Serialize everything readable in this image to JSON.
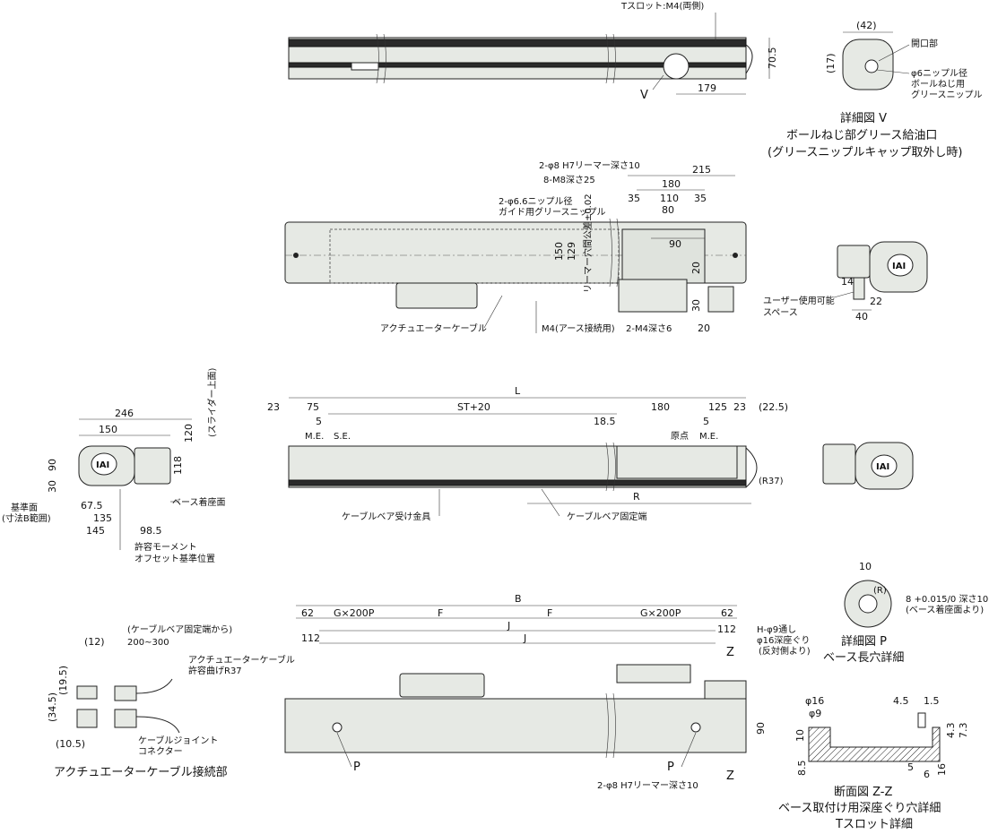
{
  "views": {
    "top": {
      "t_slot": "Tスロット:M4(両側)",
      "dim_70_5": "70.5",
      "dim_179": "179",
      "mark_v": "V"
    },
    "detail_v": {
      "dim_42": "(42)",
      "dim_17": "(17)",
      "opening": "開口部",
      "nipple_1": "φ6ニップル径",
      "nipple_2": "ボールねじ用",
      "nipple_3": "グリースニップル",
      "title_1": "詳細図 V",
      "title_2": "ボールねじ部グリース給油口",
      "title_3": "(グリースニップルキャップ取外し時)"
    },
    "plan": {
      "reamer": "2-φ8 H7リーマー深さ10",
      "m8": "8-M8深さ25",
      "nipple_a": "2-φ6.6ニップル径",
      "nipple_b": "ガイド用グリースニップル",
      "d215": "215",
      "d180": "180",
      "d35a": "35",
      "d110": "110",
      "d35b": "35",
      "d80": "80",
      "d90": "90",
      "d150": "150",
      "d129": "129",
      "reamer_tol": "リーマー穴間公差±0.02",
      "d20a": "20",
      "d30": "30",
      "d20b": "20",
      "m4_earth": "M4(アース接続用)",
      "m4_depth": "2-M4深さ6",
      "actuator_cable": "アクチュエーターケーブル"
    },
    "end_view_r": {
      "d14": "14",
      "d22": "22",
      "d40": "40",
      "user_1": "ユーザー使用可能",
      "user_2": "スペース"
    },
    "end_view_l": {
      "d246": "246",
      "d150": "150",
      "d90": "90",
      "d30": "30",
      "d118": "118",
      "d120": "120",
      "slider_top": "(スライダー上面)",
      "base_seat": "ベース着座面",
      "ref_1": "基準面",
      "ref_2": "(寸法B範囲)",
      "d67_5": "67.5",
      "d135": "135",
      "d145": "145",
      "d98_5": "98.5",
      "moment_1": "許容モーメント",
      "moment_2": "オフセット基準位置"
    },
    "front": {
      "L": "L",
      "d23a": "23",
      "d75": "75",
      "stroke": "ST+20",
      "d180": "180",
      "d125": "125",
      "d23b": "23",
      "d22_5": "(22.5)",
      "d5a": "5",
      "me_a": "M.E.",
      "se": "S.E.",
      "d18_5": "18.5",
      "d5b": "5",
      "origin": "原点",
      "me_b": "M.E.",
      "R": "R",
      "r37": "(R37)",
      "bracket": "ケーブルベア受け金具",
      "fixed_end": "ケーブルベア固定端"
    },
    "base": {
      "B": "B",
      "d62a": "62",
      "g200a": "G×200P",
      "F1": "F",
      "F2": "F",
      "g200b": "G×200P",
      "d62b": "62",
      "d112a": "112",
      "J1": "J",
      "J2": "J",
      "d112b": "112",
      "h_hole_1": "H-φ9通し",
      "h_hole_2": "φ16深座ぐり",
      "h_hole_3": "(反対側より)",
      "d90": "90",
      "mark_p1": "P",
      "mark_p2": "P",
      "mark_z1": "Z",
      "mark_z2": "Z",
      "reamer": "2-φ8 H7リーマー深さ10"
    },
    "cable": {
      "from_end": "(ケーブルベア固定端から)",
      "range": "200~300",
      "bend_1": "アクチュエーターケーブル",
      "bend_2": "許容曲げR37",
      "d12": "(12)",
      "d19_5": "(19.5)",
      "d34_5": "(34.5)",
      "d10_5": "(10.5)",
      "joint_1": "ケーブルジョイント",
      "joint_2": "コネクター",
      "title": "アクチュエーターケーブル接続部"
    },
    "detail_p": {
      "d10": "10",
      "r": "(R)",
      "depth": "8 +0.015/0 深さ10",
      "depth_note": "(ベース着座面より)",
      "title_1": "詳細図 P",
      "title_2": "ベース長穴詳細"
    },
    "section_z": {
      "phi16": "φ16",
      "phi9": "φ9",
      "d4_5": "4.5",
      "d1_5": "1.5",
      "d10": "10",
      "d8_5": "8.5",
      "d4_3": "4.3",
      "d7_3": "7.3",
      "d5": "5",
      "d6": "6",
      "d16": "16",
      "title_1": "断面図 Z-Z",
      "title_2": "ベース取付け用深座ぐり穴詳細",
      "title_3": "Tスロット詳細"
    },
    "logo": "IAI"
  }
}
